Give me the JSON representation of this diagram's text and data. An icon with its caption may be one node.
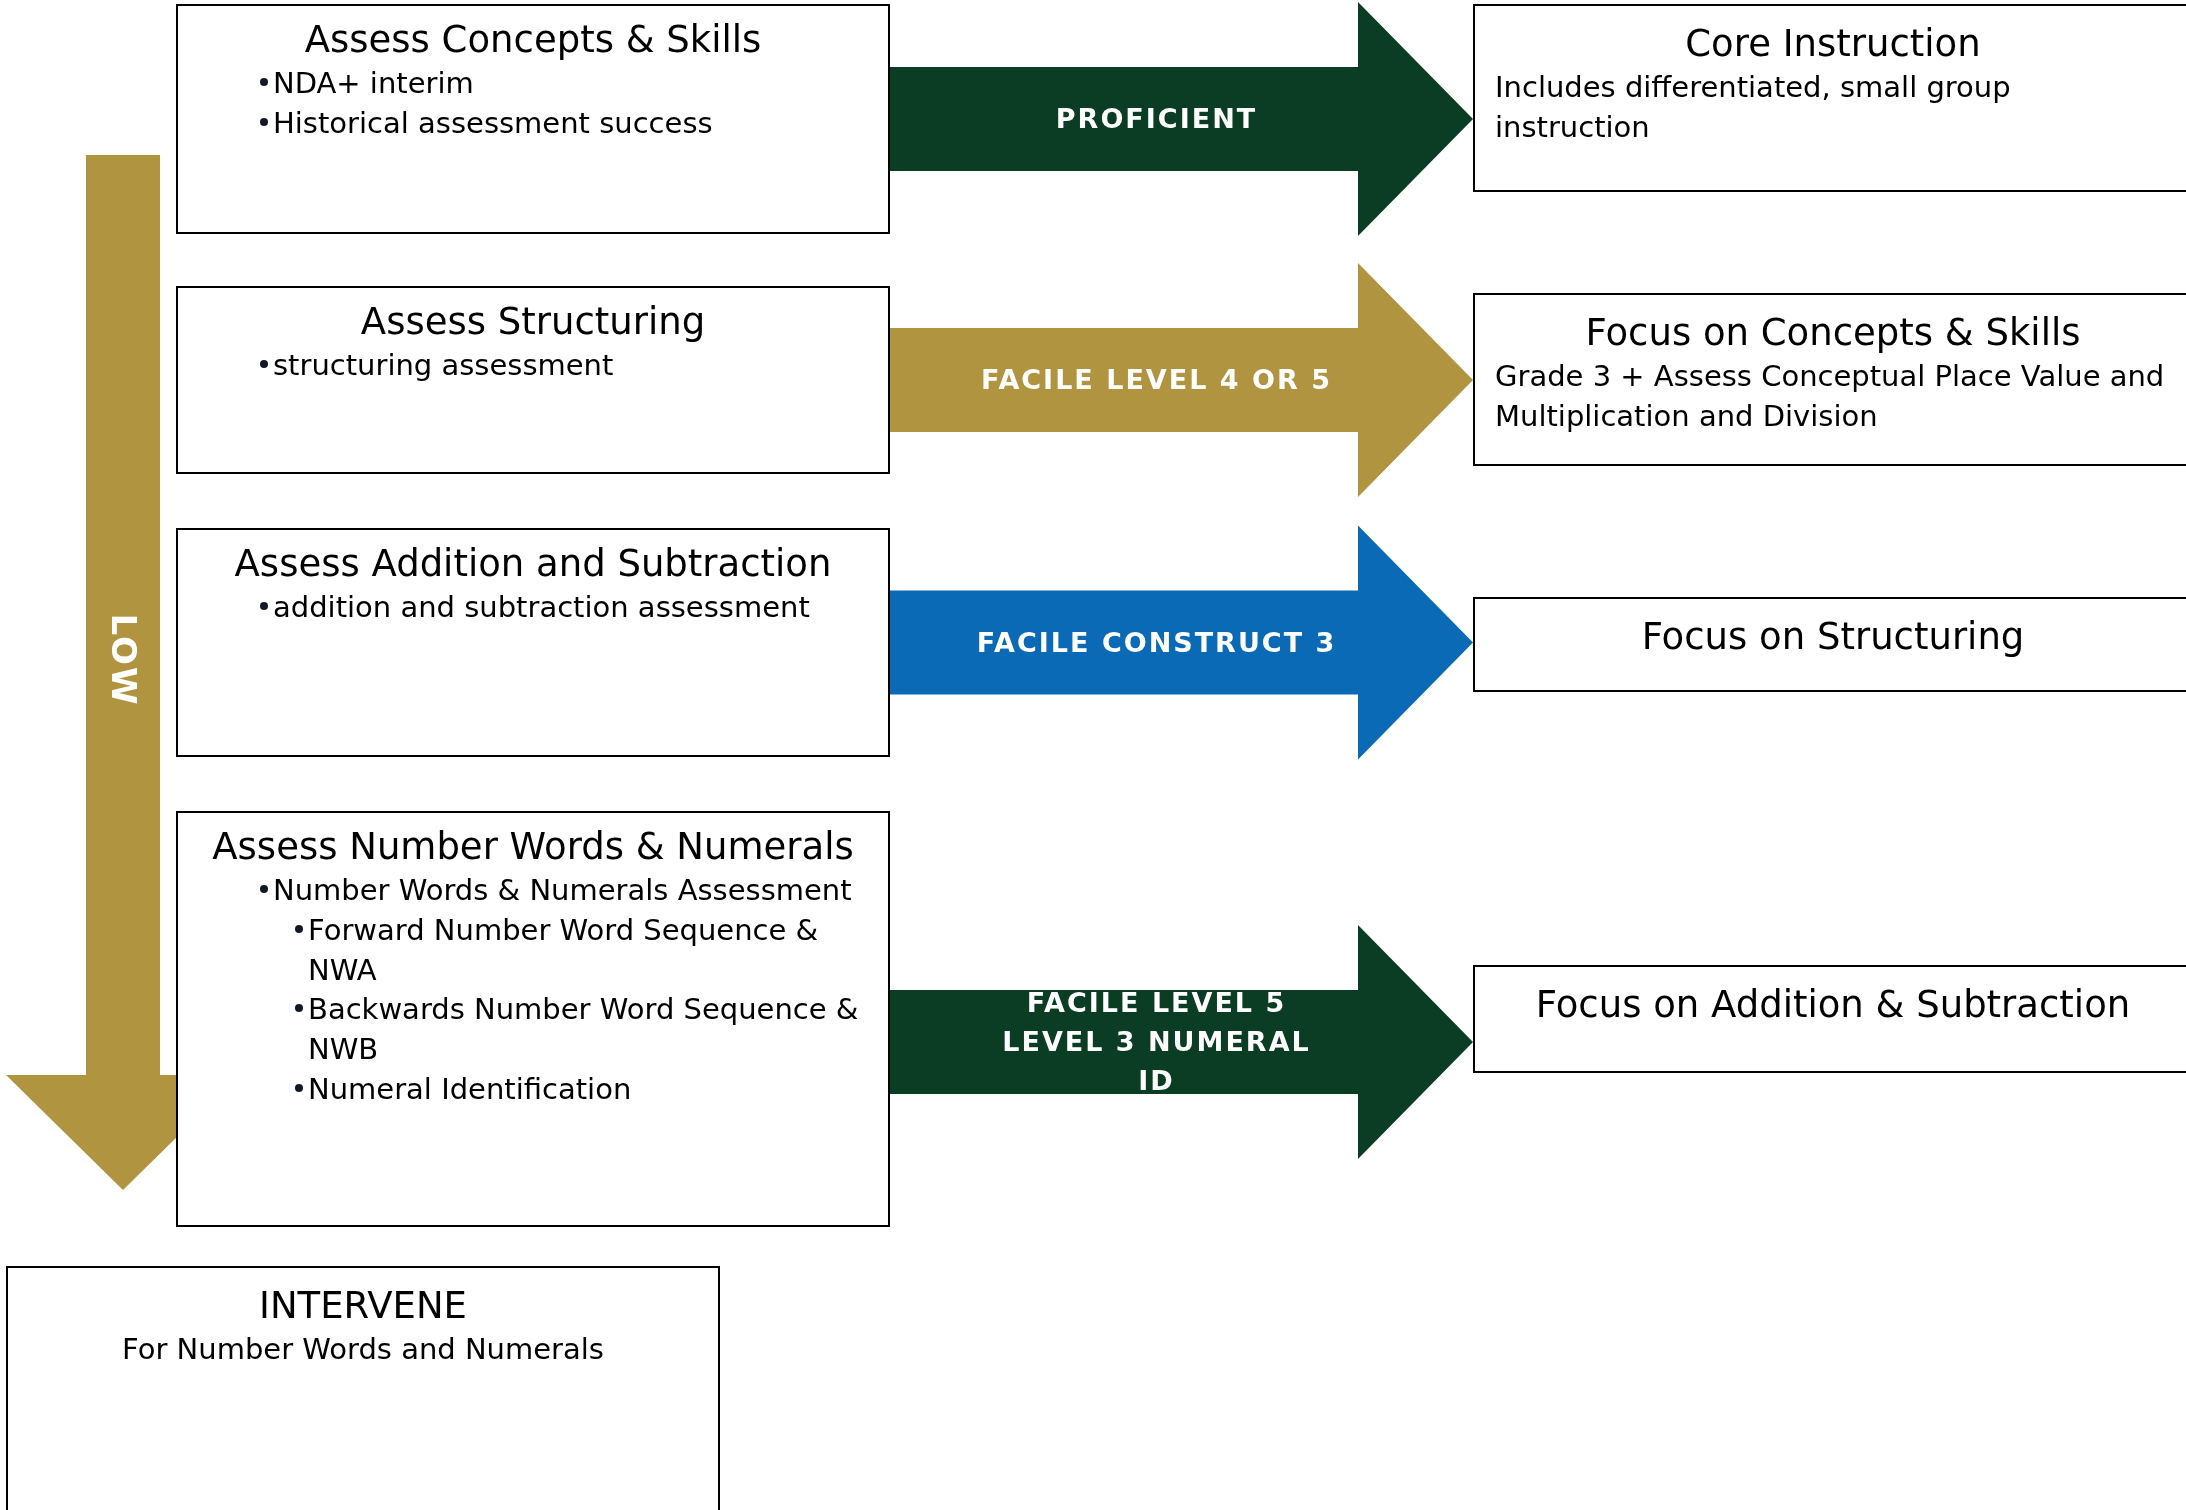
{
  "diagram": {
    "nodes": [
      {
        "text": [
          "Assess Concepts & Skills",
          "NDA+ interim",
          "Historical assessment success"
        ]
      },
      {
        "text": [
          "Assess Structuring",
          "structuring assessment"
        ]
      },
      {
        "text": [
          "Assess Addition and Subtraction",
          "addition and subtraction assessment"
        ]
      },
      {
        "text": [
          "Assess Number Words & Numerals",
          "Number Words & Numerals Assessment",
          "Forward Number Word Sequence & NWA",
          "Backwards Number Word Sequence & NWB",
          "Numeral Identification"
        ]
      },
      {
        "text": [
          "INTERVENE",
          "For Number Words and Numerals"
        ]
      },
      {
        "text": [
          "Core Instruction",
          "Includes differentiated, small group instruction"
        ]
      },
      {
        "text": [
          "Focus on Concepts & Skills",
          "Grade 3 + Assess Conceptual Place Value and Multiplication and Division"
        ]
      },
      {
        "text": [
          "Focus on Structuring"
        ]
      },
      {
        "text": [
          "Focus on Addition & Subtraction"
        ]
      }
    ],
    "edges": [
      {
        "from": 0,
        "to": 5,
        "arrow": "to",
        "label": "PROFICIENT",
        "style": "thick",
        "color": "#0b3d24"
      },
      {
        "from": 1,
        "to": 6,
        "arrow": "to",
        "label": "FACILE LEVEL 4 OR 5",
        "style": "thick",
        "color": "#b09440"
      },
      {
        "from": 2,
        "to": 7,
        "arrow": "to",
        "label": "FACILE CONSTRUCT 3",
        "style": "thick",
        "color": "#0b6ab5"
      },
      {
        "from": 3,
        "to": 8,
        "arrow": "to",
        "label": "FACILE LEVEL 5 LEVEL 3 NUMERAL ID",
        "style": "thick",
        "color": "#0b3d24"
      }
    ],
    "labels": [
      "LOW"
    ]
  }
}
